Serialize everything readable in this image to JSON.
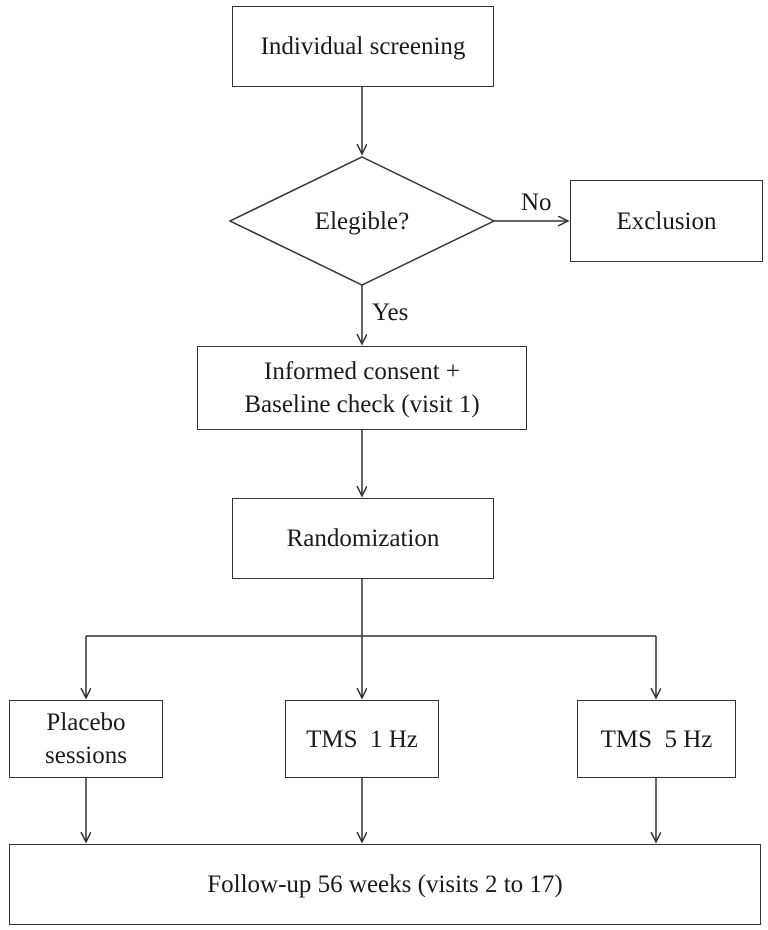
{
  "flowchart": {
    "screening": "Individual screening",
    "decision": "Elegible?",
    "no_label": "No",
    "yes_label": "Yes",
    "exclusion": "Exclusion",
    "consent": "Informed consent +\nBaseline check (visit 1)",
    "randomization": "Randomization",
    "placebo": "Placebo\nsessions",
    "tms1": "TMS  1 Hz",
    "tms5": "TMS  5 Hz",
    "followup": "Follow-up 56 weeks (visits 2 to 17)"
  }
}
